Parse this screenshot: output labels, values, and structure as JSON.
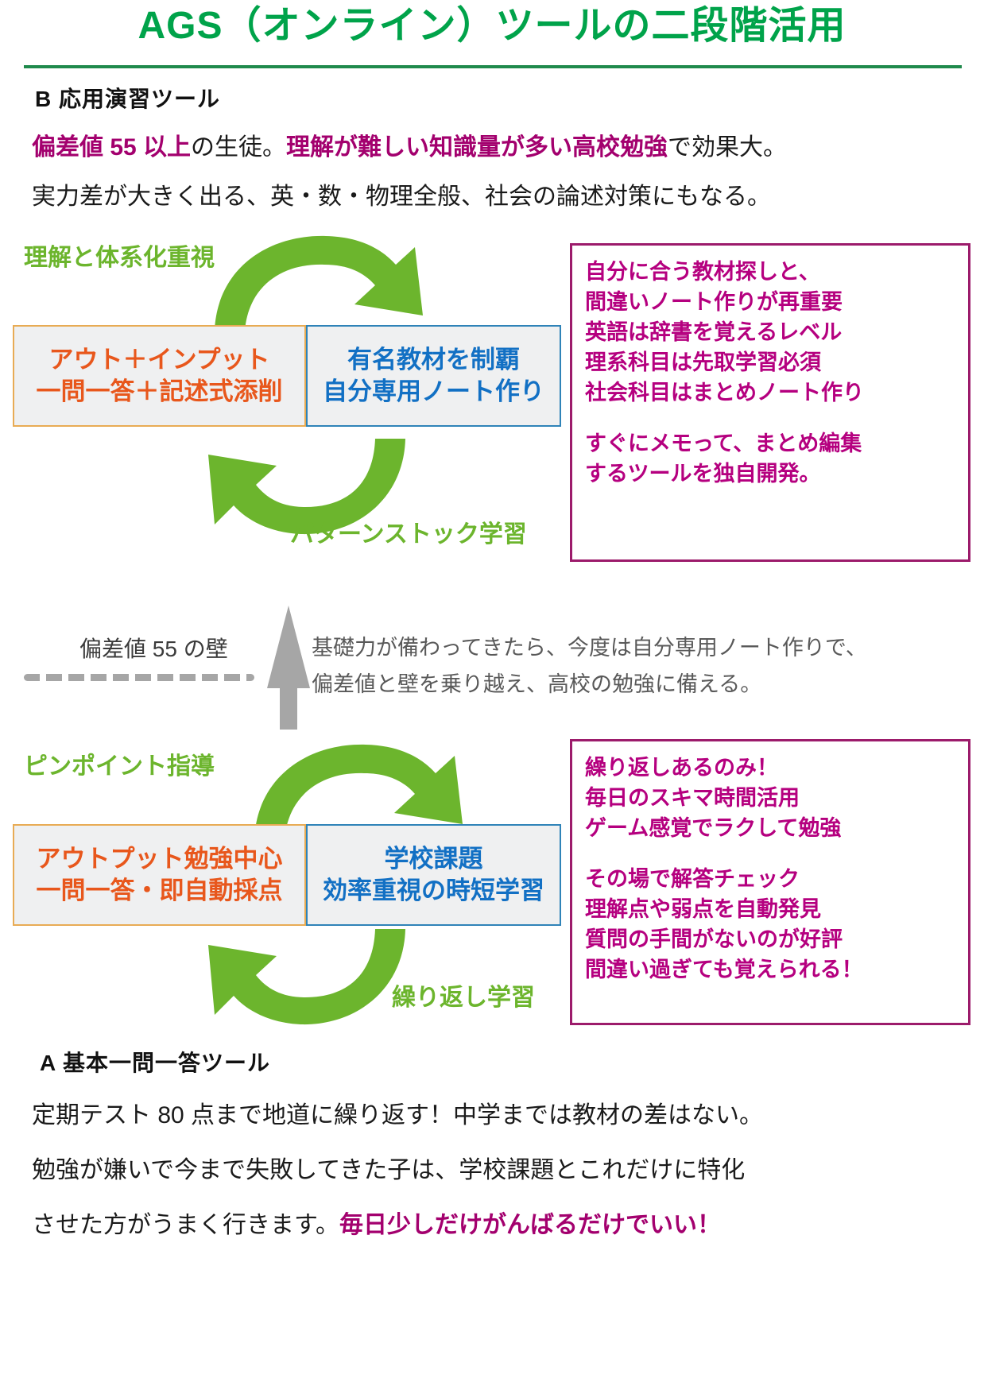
{
  "title": "AGS（オンライン）ツールの二段階活用",
  "accent_colors": {
    "title_green": "#00a34a",
    "rule_green": "#1f8a4c",
    "arrow_green": "#6cb52d",
    "magenta": "#a3006e",
    "note_magenta": "#b5007f",
    "box_orange_border": "#e8ab54",
    "box_orange_text": "#e8571c",
    "box_blue_border": "#2f83b8",
    "box_blue_text": "#1270c4",
    "gray_arrow": "#a6a6a6"
  },
  "section_b": {
    "label": "B 応用演習ツール",
    "line1_part1": "偏差値 55 以上",
    "line1_part2": "の生徒。",
    "line1_part3": "理解が難しい知識量が多い高校勉強",
    "line1_part4": "で効果大。",
    "line2": "実力差が大きく出る、英・数・物理全般、社会の論述対策にもなる。"
  },
  "upper_cycle": {
    "top_label": "理解と体系化重視",
    "bottom_label": "パターンストック学習",
    "left_box": {
      "line1": "アウト＋インプット",
      "line2": "一問一答＋記述式添削"
    },
    "right_box": {
      "line1": "有名教材を制覇",
      "line2": "自分専用ノート作り"
    }
  },
  "upper_note": {
    "lines": [
      "自分に合う教材探しと、",
      "間違いノート作りが再重要",
      "英語は辞書を覚えるレベル",
      "理系科目は先取学習必須",
      "社会科目はまとめノート作り",
      "",
      "すぐにメモって、まとめ編集",
      "するツールを独自開発。"
    ]
  },
  "wall": {
    "label": "偏差値 55 の壁",
    "line1": "基礎力が備わってきたら、今度は自分専用ノート作りで、",
    "line2": "偏差値と壁を乗り越え、高校の勉強に備える。"
  },
  "lower_cycle": {
    "top_label": "ピンポイント指導",
    "bottom_label": "繰り返し学習",
    "left_box": {
      "line1": "アウトプット勉強中心",
      "line2": "一問一答・即自動採点"
    },
    "right_box": {
      "line1": "学校課題",
      "line2": "効率重視の時短学習"
    }
  },
  "lower_note": {
    "lines": [
      "繰り返しあるのみ！",
      "毎日のスキマ時間活用",
      "ゲーム感覚でラクして勉強",
      "",
      "その場で解答チェック",
      "理解点や弱点を自動発見",
      "質問の手間がないのが好評",
      "間違い過ぎても覚えられる！"
    ]
  },
  "section_a": {
    "label": "A 基本一問一答ツール",
    "line1": "定期テスト 80 点まで地道に繰り返す！中学までは教材の差はない。",
    "line2": "勉強が嫌いで今まで失敗してきた子は、学校課題とこれだけに特化",
    "line3_part1": "させた方がうまく行きます。",
    "line3_part2": "毎日少しだけがんばるだけでいい！"
  }
}
